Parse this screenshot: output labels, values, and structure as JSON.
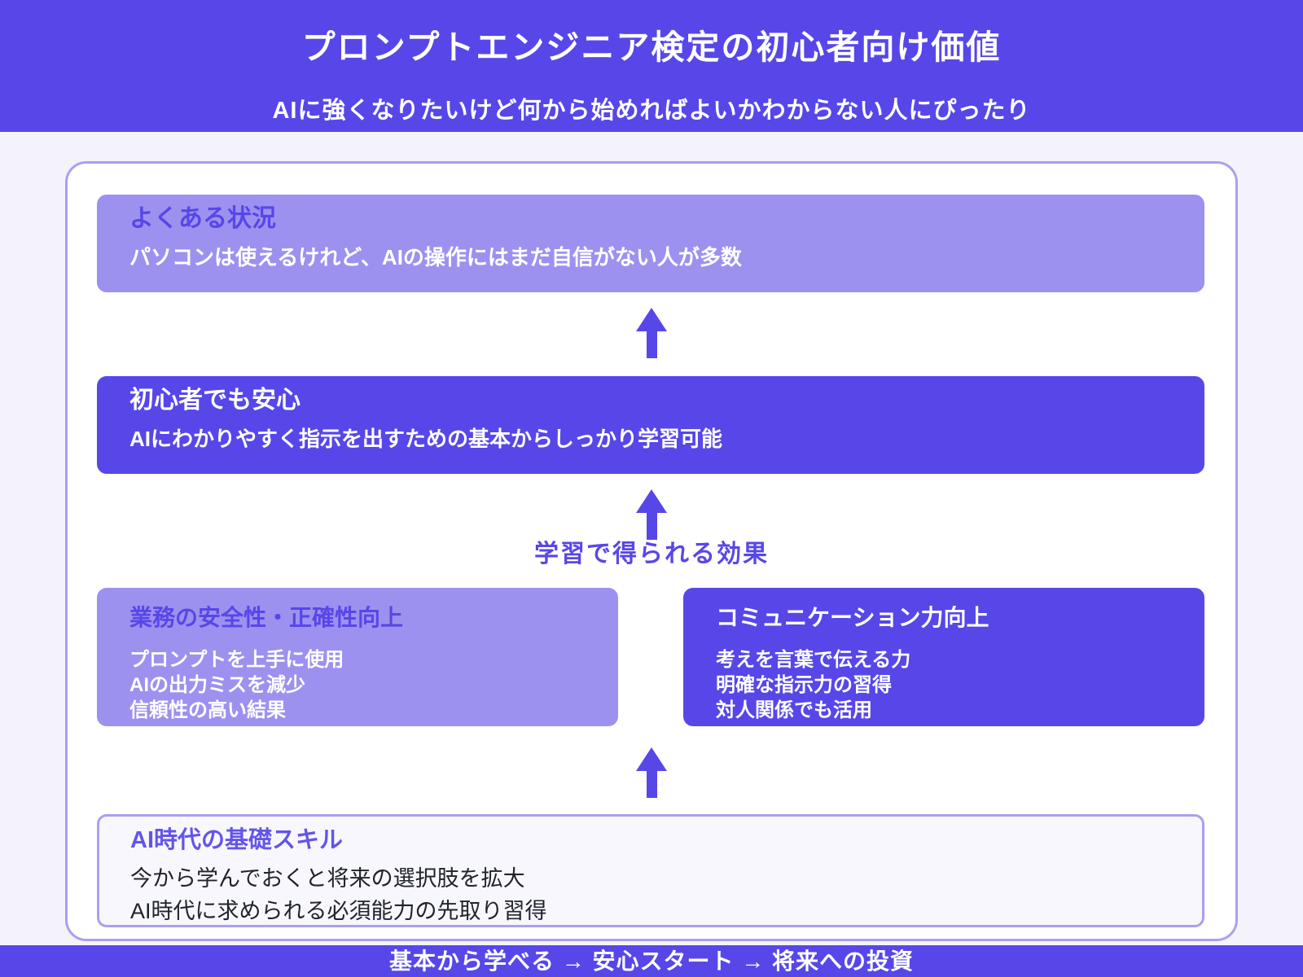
{
  "header": {
    "title": "プロンプトエンジニア検定の初心者向け価値",
    "subtitle": "AIに強くなりたいけど何から始めればよいかわからない人にぴったり"
  },
  "diagram": {
    "situation": {
      "heading": "よくある状況",
      "body": "パソコンは使えるけれど、AIの操作にはまだ自信がない人が多数"
    },
    "reassurance": {
      "heading": "初心者でも安心",
      "body": "AIにわかりやすく指示を出すための基本からしっかり学習可能"
    },
    "effects_label": "学習で得られる効果",
    "effect_left": {
      "heading": "業務の安全性・正確性向上",
      "lines": [
        "プロンプトを上手に使用",
        "AIの出力ミスを減少",
        "信頼性の高い結果"
      ]
    },
    "effect_right": {
      "heading": "コミュニケーション力向上",
      "lines": [
        "考えを言葉で伝える力",
        "明確な指示力の習得",
        "対人関係でも活用"
      ]
    },
    "foundation": {
      "heading": "AI時代の基礎スキル",
      "lines": [
        "今から学んでおくと将来の選択肢を拡大",
        "AI時代に求められる必須能力の先取り習得"
      ]
    }
  },
  "footer": {
    "text": "基本から学べる → 安心スタート → 将来への投資"
  },
  "colors": {
    "primary": "#5747e8",
    "light_purple": "#9d91ef",
    "page_background": "#f4f3fb",
    "container_border": "#ab9ff0",
    "foundation_heading": "#6355e8",
    "foundation_text": "#20242e"
  }
}
